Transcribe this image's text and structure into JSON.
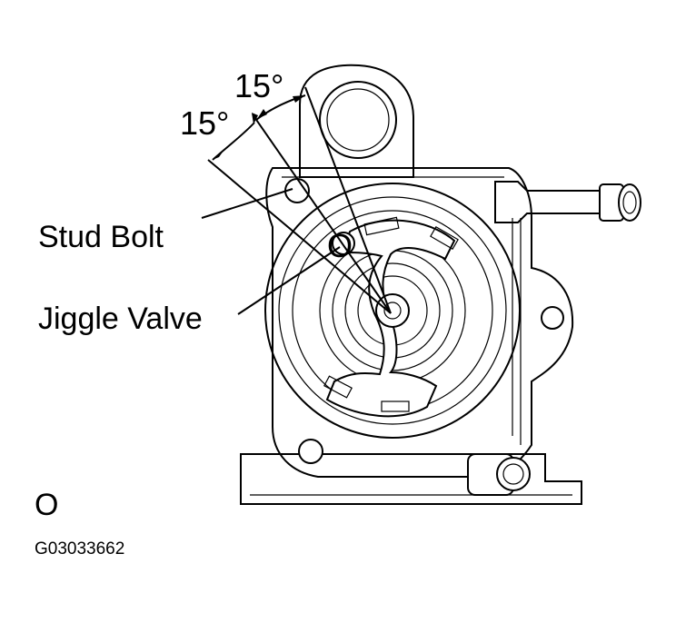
{
  "angles": {
    "upper": "15°",
    "lower": "15°"
  },
  "callouts": {
    "stud_bolt": "Stud Bolt",
    "jiggle_valve": "Jiggle Valve"
  },
  "markers": {
    "valve_marker": "O",
    "legend_marker": "O"
  },
  "figure_id": "G03033662",
  "colors": {
    "line": "#000000",
    "background": "#ffffff"
  }
}
